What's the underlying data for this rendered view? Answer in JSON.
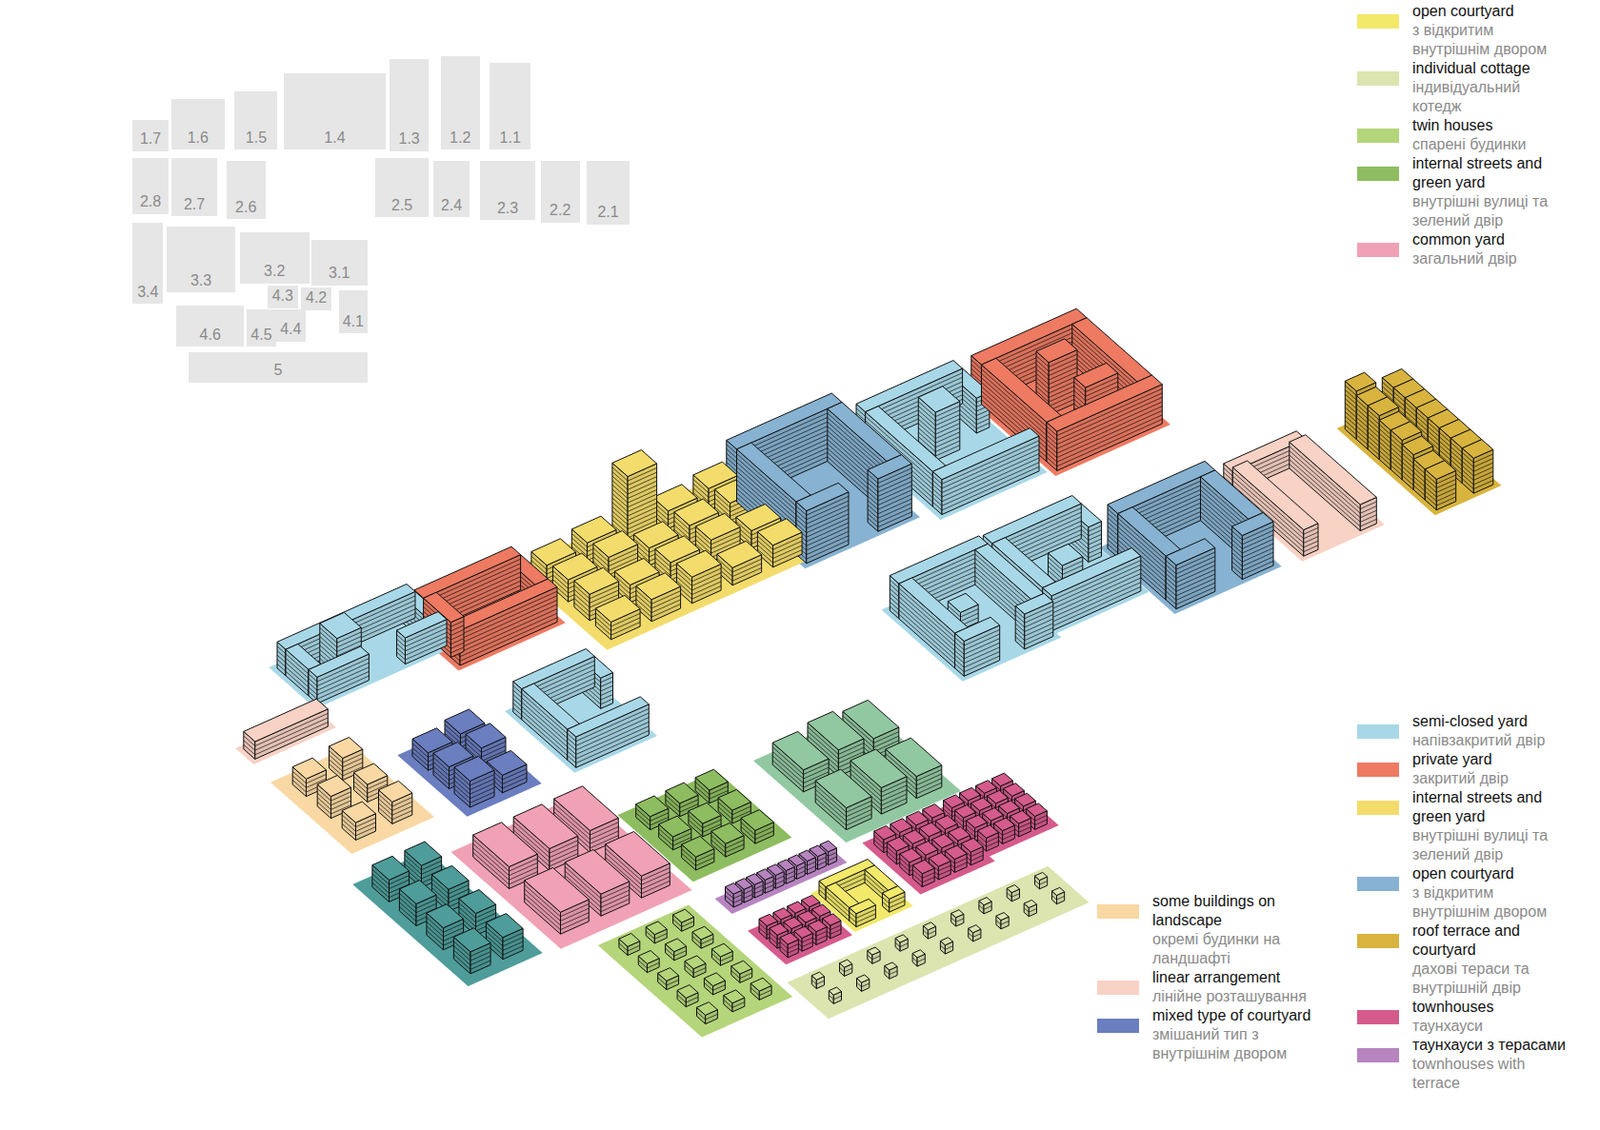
{
  "diagram": {
    "nodes": [
      {
        "text": [
          "1.7"
        ]
      },
      {
        "text": [
          "1.6"
        ]
      },
      {
        "text": [
          "1.5"
        ]
      },
      {
        "text": [
          "1.4"
        ]
      },
      {
        "text": [
          "1.3"
        ]
      },
      {
        "text": [
          "1.2"
        ]
      },
      {
        "text": [
          "1.1"
        ]
      },
      {
        "text": [
          "2.8"
        ]
      },
      {
        "text": [
          "2.7"
        ]
      },
      {
        "text": [
          "2.6"
        ]
      },
      {
        "text": [
          "2.5"
        ]
      },
      {
        "text": [
          "2.4"
        ]
      },
      {
        "text": [
          "2.3"
        ]
      },
      {
        "text": [
          "2.2"
        ]
      },
      {
        "text": [
          "2.1"
        ]
      },
      {
        "text": [
          "3.4"
        ]
      },
      {
        "text": [
          "3.3"
        ]
      },
      {
        "text": [
          "3.2"
        ]
      },
      {
        "text": [
          "3.1"
        ]
      },
      {
        "text": [
          "4.3"
        ]
      },
      {
        "text": [
          "4.2"
        ]
      },
      {
        "text": [
          "4.1"
        ]
      },
      {
        "text": [
          "4.6"
        ]
      },
      {
        "text": [
          "4.5"
        ]
      },
      {
        "text": [
          "4.4"
        ]
      },
      {
        "text": [
          "5"
        ]
      }
    ],
    "labels": [
      "з відкритим внутрішнім двором",
      "індивідуальний котедж",
      "спарені будинки",
      "внутрішні вулиці та зелений двір",
      "загальний двір",
      "напівзакритий двір",
      "закритий двір",
      "внутрішні вулиці та зелений двір",
      "з відкритим внутрішнім двором",
      "дахові тераси та внутрішній двір",
      "таунхауси",
      "townhouses with terrace",
      "окремі будинки на ландшафті",
      "лінійне розташування",
      "змішаний тип з внутрішнім двором"
    ],
    "legend": [
      {
        "text": "open courtyard",
        "color": "#f2e96b"
      },
      {
        "text": "individual cottage",
        "color": "#dce4b0"
      },
      {
        "text": "twin houses",
        "color": "#b4d57a"
      },
      {
        "text": "internal streets and green yard",
        "color": "#8dbd60"
      },
      {
        "text": "common yard",
        "color": "#f1a1b5"
      },
      {
        "text": "semi-closed yard",
        "color": "#a8d8e8"
      },
      {
        "text": "private yard",
        "color": "#ee7a62"
      },
      {
        "text": "internal streets and green yard",
        "color": "#f3dc6b"
      },
      {
        "text": "open courtyard",
        "color": "#87b2d1"
      },
      {
        "text": "roof terrace and courtyard",
        "color": "#d8b43e"
      },
      {
        "text": "townhouses",
        "color": "#d55b8c"
      },
      {
        "text": "таунхауси з терасами",
        "color": "#b784c0"
      },
      {
        "text": "some buildings on landscape",
        "color": "#f9d8a3"
      },
      {
        "text": "linear arrangement",
        "color": "#f8d2c5"
      },
      {
        "text": "mixed type of courtyard",
        "color": "#6a7ec0"
      }
    ]
  }
}
